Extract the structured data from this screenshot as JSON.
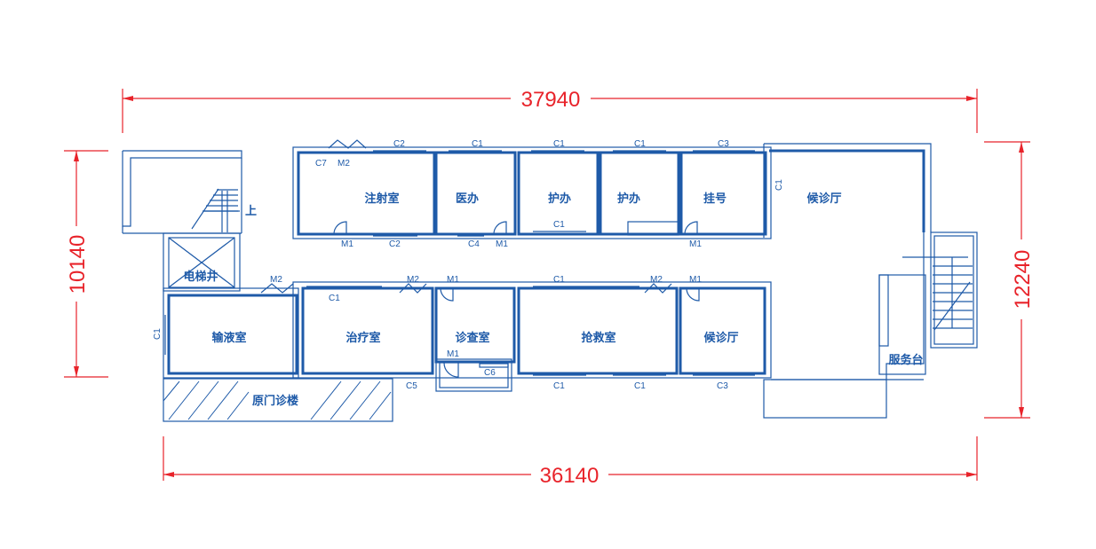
{
  "colors": {
    "wall": "#1e5aa8",
    "dimension": "#e8232a",
    "background": "#ffffff"
  },
  "dimensions": {
    "top": "37940",
    "bottom": "36140",
    "left": "10140",
    "right": "12240"
  },
  "rooms": {
    "injection": "注射室",
    "doctor_office": "医办",
    "nurse_office_1": "护办",
    "nurse_office_2": "护办",
    "registration": "挂号",
    "waiting_hall_top": "候诊厅",
    "elevator": "电梯井",
    "infusion": "输液室",
    "treatment": "治疗室",
    "exam": "诊查室",
    "rescue": "抢救室",
    "waiting_hall_bottom": "候诊厅",
    "service_desk": "服务台",
    "original_building": "原门诊楼",
    "stair_up": "上"
  },
  "codes": {
    "c7": "C7",
    "m2_top": "M2",
    "c2_top": "C2",
    "c1_a": "C1",
    "c1_b": "C1",
    "c1_c": "C1",
    "c3_top": "C3",
    "c1_vert_right": "C1",
    "m1_a": "M1",
    "c2_bottom": "C2",
    "c4": "C4",
    "m1_b": "M1",
    "c1_nurse": "C1",
    "m1_c": "M1",
    "m2_elev": "M2",
    "c1_treat": "C1",
    "m2_treat": "M2",
    "m1_exam": "M1",
    "c1_rescue": "C1",
    "m2_rescue": "M2",
    "m1_rescue": "M1",
    "c1_vert_left": "C1",
    "m1_small": "M1",
    "c6": "C6",
    "c5": "C5",
    "c1_bot_a": "C1",
    "c1_bot_b": "C1",
    "c3_bot": "C3"
  }
}
